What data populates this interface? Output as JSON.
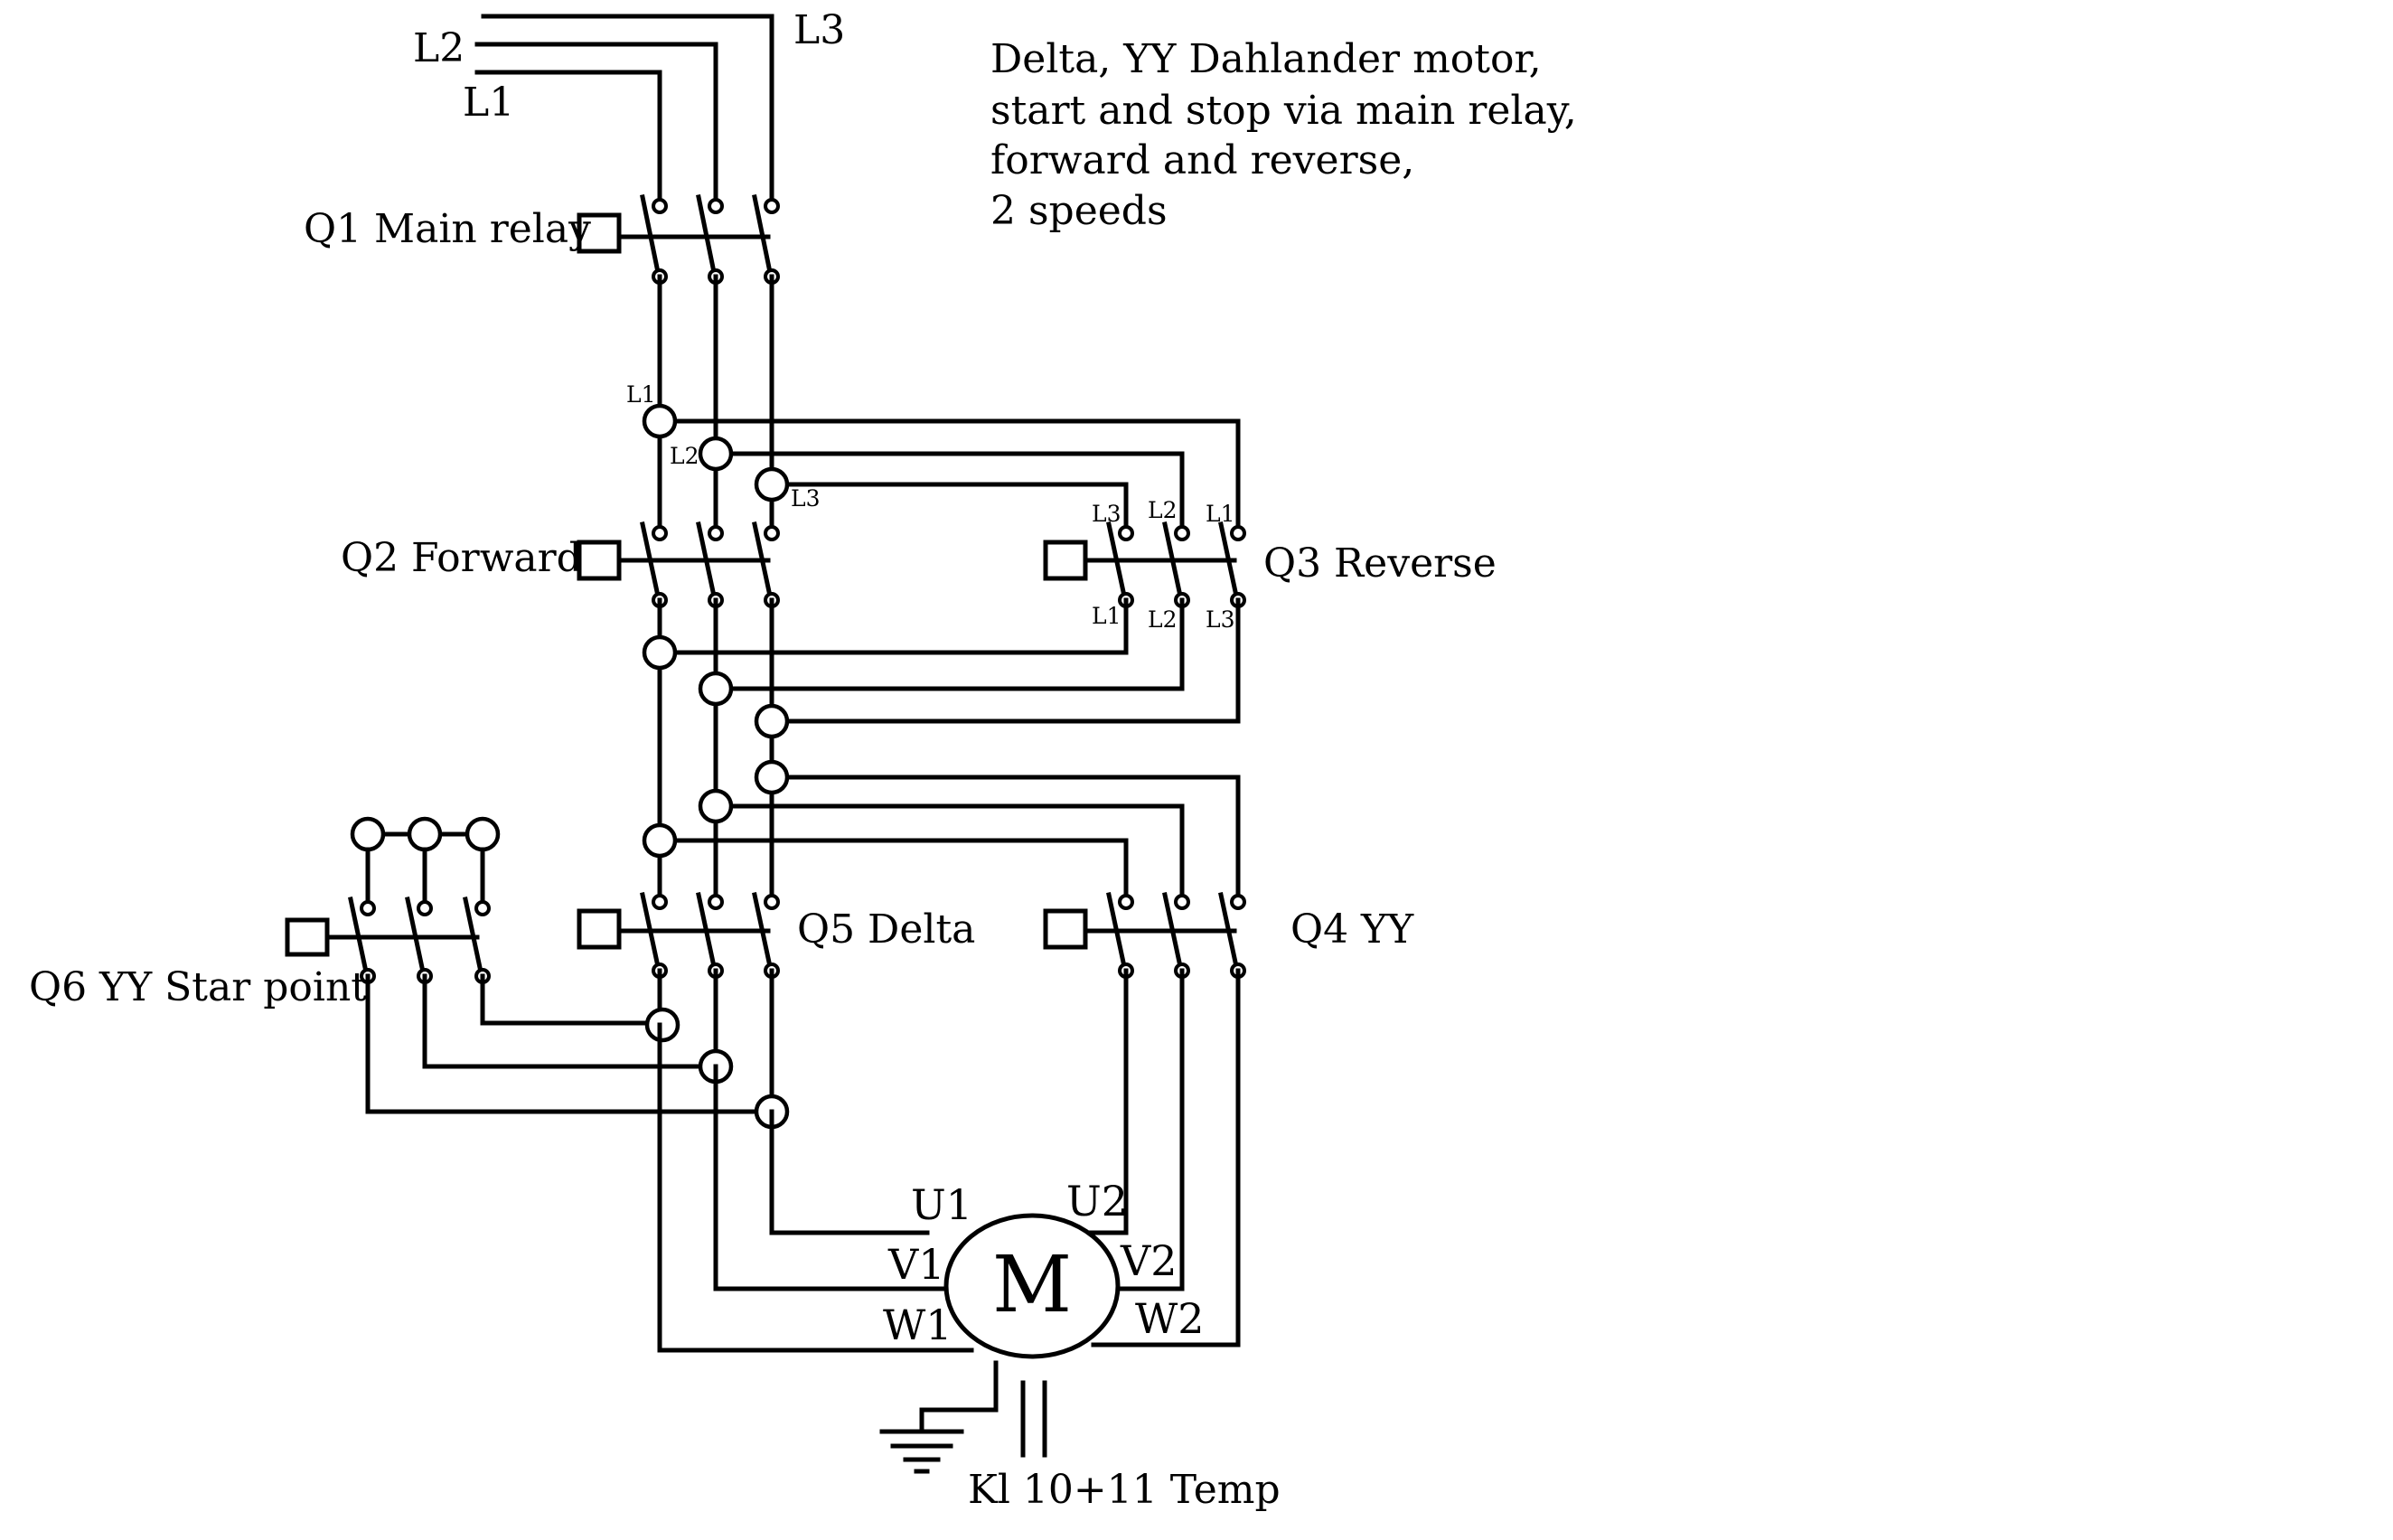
{
  "title_lines": [
    "Delta, YY Dahlander motor,",
    "start and stop via main relay,",
    "forward and reverse,",
    "2 speeds"
  ],
  "supply": {
    "l1": "L1",
    "l2": "L2",
    "l3": "L3"
  },
  "contactors": {
    "q1": "Q1 Main relay",
    "q2": "Q2 Forward",
    "q3": "Q3 Reverse",
    "q4": "Q4 YY",
    "q5": "Q5 Delta",
    "q6": "Q6 YY Star point"
  },
  "node_labels": {
    "bus_l1": "L1",
    "bus_l2": "L2",
    "bus_l3": "L3",
    "q3_in": [
      "L3",
      "L2",
      "L1"
    ],
    "q3_out": [
      "L1",
      "L2",
      "L3"
    ]
  },
  "motor": {
    "symbol": "M",
    "u1": "U1",
    "v1": "V1",
    "w1": "W1",
    "u2": "U2",
    "v2": "V2",
    "w2": "W2"
  },
  "temp_terminals": "Kl 10+11 Temp",
  "colors": {
    "line": "#000000",
    "background": "#ffffff"
  }
}
